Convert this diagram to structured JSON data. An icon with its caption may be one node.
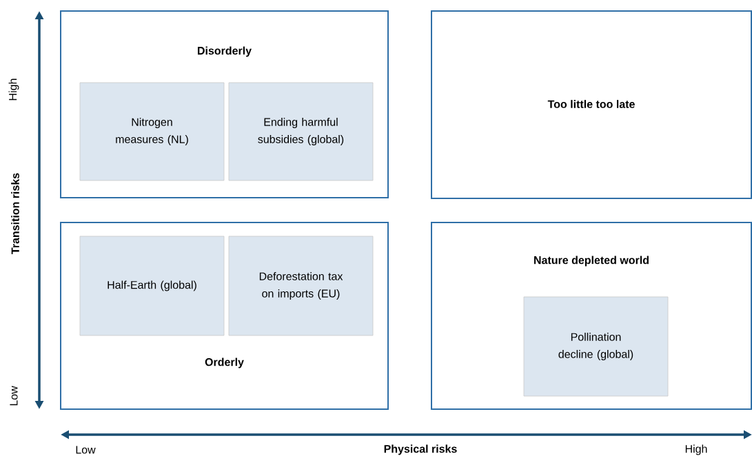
{
  "diagram": {
    "nodes": [
      {
        "text": [
          "Disorderly"
        ]
      },
      {
        "text": [
          "Nitrogen measures (NL)"
        ],
        "in": 0
      },
      {
        "text": [
          "Ending harmful subsidies (global)"
        ],
        "in": 0
      },
      {
        "text": [
          "Too little too late"
        ]
      },
      {
        "text": [
          "Orderly"
        ]
      },
      {
        "text": [
          "Half-Earth (global)"
        ],
        "in": 4
      },
      {
        "text": [
          "Deforestation tax on imports (EU)"
        ],
        "in": 4
      },
      {
        "text": [
          "Nature depleted world"
        ]
      },
      {
        "text": [
          "Pollination decline (global)"
        ],
        "in": 7
      }
    ],
    "labels": [
      "High",
      "Transition risks",
      "Low",
      "Low",
      "Physical risks",
      "High"
    ]
  }
}
